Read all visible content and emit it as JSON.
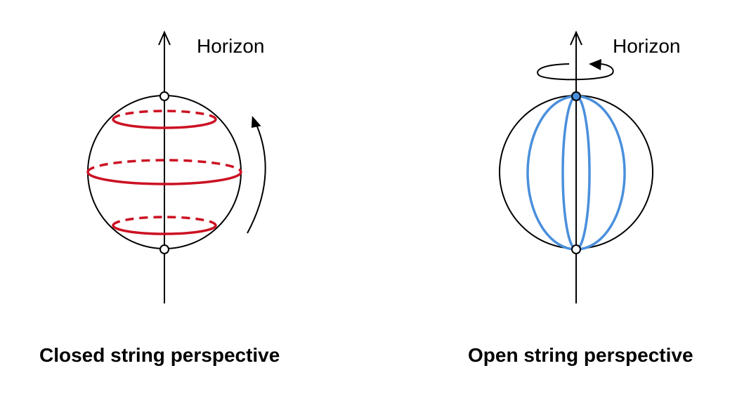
{
  "left_panel": {
    "horizon_label": "Horizon",
    "caption": "Closed string perspective",
    "string_color": "#cc1122"
  },
  "right_panel": {
    "horizon_label": "Horizon",
    "caption": "Open string perspective",
    "string_color": "#4a8fdc",
    "pole_fill": "#4a8fdc"
  },
  "icons": [
    "up-arrow-icon",
    "rotation-arrow-icon"
  ]
}
